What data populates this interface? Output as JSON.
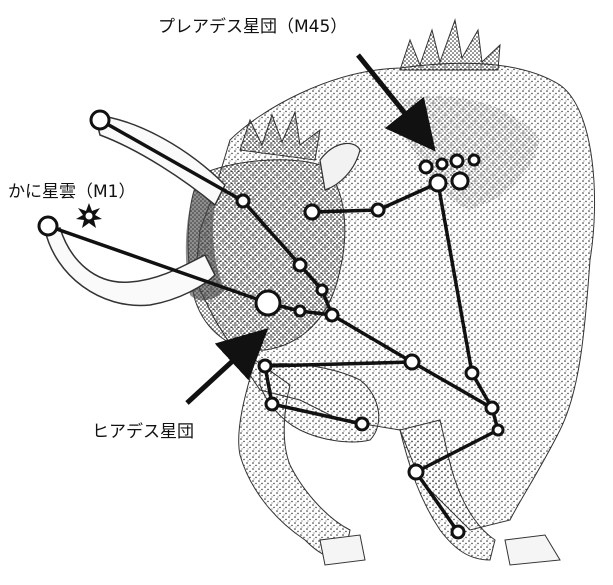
{
  "labels": {
    "pleiades": "プレアデス星団（M45）",
    "crab_nebula": "かに星雲（M1）",
    "hyades": "ヒアデス星団"
  },
  "colors": {
    "ink": "#111111",
    "stipple": "#2b2b2b",
    "background": "#ffffff"
  },
  "icons": {
    "crab_nebula_marker": "spiky-star-icon",
    "star_marker": "open-circle-icon"
  }
}
